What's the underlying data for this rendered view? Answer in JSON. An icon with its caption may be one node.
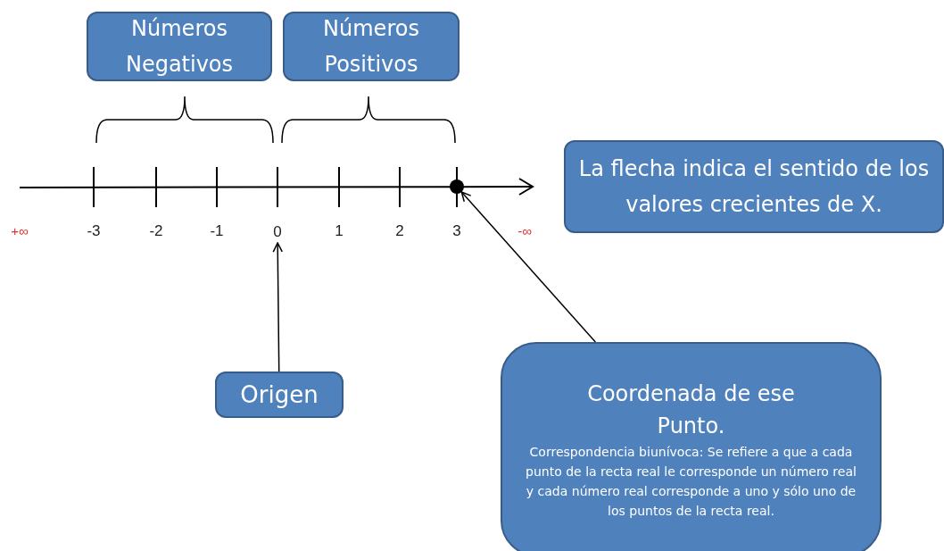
{
  "diagram": {
    "nodes": [
      {
        "text": [
          "Números Negativos"
        ]
      },
      {
        "text": [
          "Números Positivos"
        ]
      },
      {
        "text": [
          "La flecha indica el sentido de los valores crecientes de X."
        ]
      },
      {
        "text": [
          "Origen"
        ]
      },
      {
        "text": [
          "Coordenada de ese Punto.",
          "Correspondencia biunívoca: Se refiere a que a cada punto de la recta real le corresponde un número real y cada número real corresponde a uno y sólo uno de los puntos de la recta real."
        ]
      },
      {
        "text": [
          "0"
        ]
      },
      {
        "text": [],
        "shape": "circle"
      }
    ],
    "edges": [
      {
        "from": 3,
        "to": 5,
        "arrow": "to"
      },
      {
        "from": 4,
        "to": 6,
        "arrow": "to"
      }
    ],
    "labels": [
      "+∞",
      "-3",
      "-2",
      "-1",
      "1",
      "2",
      "3",
      "-∞"
    ]
  }
}
